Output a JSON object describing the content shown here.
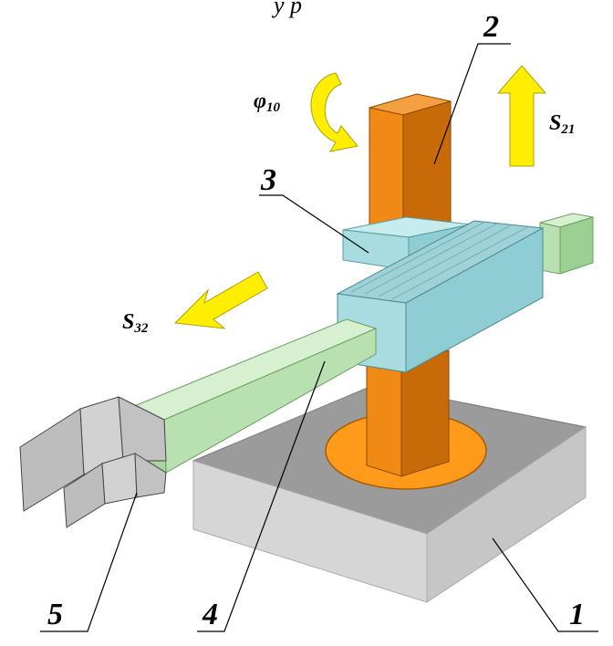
{
  "caption_fragment": "у                р",
  "parts": [
    {
      "id": "base",
      "label": "1"
    },
    {
      "id": "column",
      "label": "2"
    },
    {
      "id": "carriage",
      "label": "3"
    },
    {
      "id": "arm",
      "label": "4"
    },
    {
      "id": "gripper",
      "label": "5"
    }
  ],
  "motions": {
    "rotation": {
      "symbol": "φ",
      "subscript": "10"
    },
    "vertical": {
      "symbol": "S",
      "subscript": "21"
    },
    "horizontal": {
      "symbol": "S",
      "subscript": "32"
    }
  },
  "colors": {
    "base_top": "#9b9b9b",
    "base_side": "#d8d8d8",
    "base_front": "#c4c4c4",
    "column_front": "#f08a14",
    "column_side": "#c86a08",
    "disk": "#ff9a1a",
    "carriage": "#a8dce0",
    "arm": "#b8e0b0",
    "gripper": "#c8c8c8",
    "arrow": "#ffee00"
  }
}
